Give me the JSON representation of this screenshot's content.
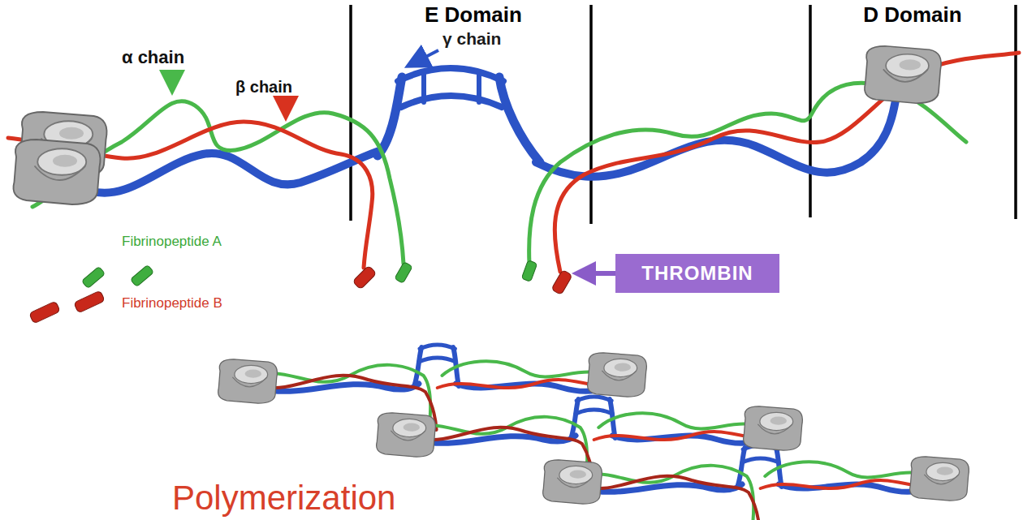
{
  "diagram": {
    "nodes": [
      {
        "text": [
          "THROMBIN"
        ]
      }
    ],
    "labels": [
      "E Domain",
      "D Domain",
      "α chain",
      "γ chain",
      "β chain",
      "Fibrinopeptide A",
      "Fibrinopeptide B",
      "Polymerization"
    ]
  }
}
